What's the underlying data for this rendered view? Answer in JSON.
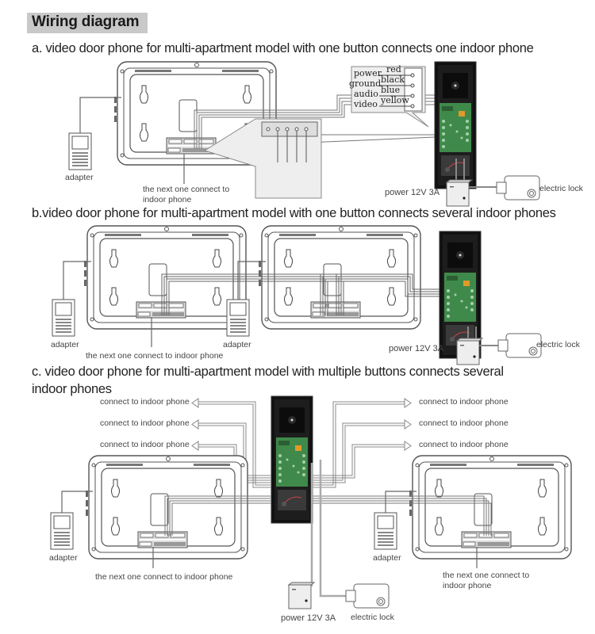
{
  "page": {
    "title": "Wiring diagram"
  },
  "sections": {
    "a": {
      "heading": "a. video door phone for multi-apartment model with one button connects one indoor phone",
      "adapter": "adapter",
      "next_connect": [
        "the next one connect to",
        "indoor phone"
      ],
      "power": "power 12V 3A",
      "lock": "electric lock",
      "wire_legend": [
        {
          "signal": "power",
          "color": "red"
        },
        {
          "signal": "ground",
          "color": "black"
        },
        {
          "signal": "audio",
          "color": "blue"
        },
        {
          "signal": "video",
          "color": "yellow"
        }
      ]
    },
    "b": {
      "heading": "b.video door phone for multi-apartment model with one button connects several indoor phones",
      "adapter_1": "adapter",
      "adapter_2": "adapter",
      "next_connect": "the next one connect to indoor phone",
      "power": "power 12V 3A",
      "lock": "electric lock"
    },
    "c": {
      "heading_line1": "c. video door phone for multi-apartment model with multiple buttons connects several",
      "heading_line2": "indoor phones",
      "connect_left": [
        "connect to indoor phone",
        "connect to indoor phone",
        "connect to indoor phone"
      ],
      "connect_right": [
        "connect to indoor phone",
        "connect to indoor phone",
        "connect to indoor phone"
      ],
      "adapter_left": "adapter",
      "adapter_right": "adapter",
      "next_connect_left": "the next one connect to indoor phone",
      "next_connect_right": [
        "the next one connect to",
        "indoor phone"
      ],
      "power": "power 12V 3A",
      "lock": "electric lock"
    }
  },
  "colors": {
    "title_bg": "#c9c9c9",
    "outline": "#555555",
    "panel": "#111111",
    "pcb": "#3f8a4a",
    "wire": "#777777"
  }
}
